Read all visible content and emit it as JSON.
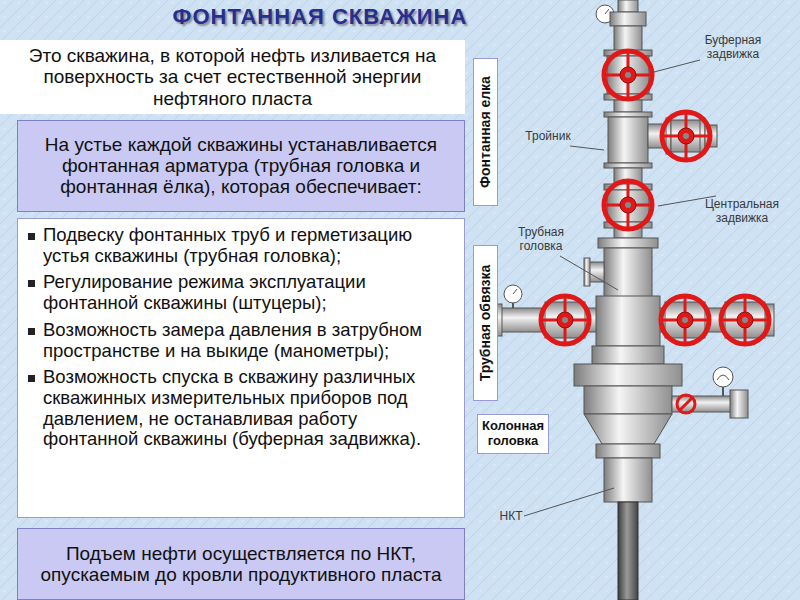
{
  "diagram": {
    "title": "ФОНТАННАЯ СКВАЖИНА",
    "nodes": [
      {
        "text": [
          "Это скважина, в которой нефть изливается на поверхность за счет естественной энергии нефтяного пласта"
        ]
      },
      {
        "text": [
          "На устье каждой скважины устанавливается фонтанная арматура (трубная головка и фонтанная ёлка), которая обеспечивает:"
        ]
      },
      {
        "text": [
          "Подвеску фонтанных труб и герметизацию устья скважины (трубная головка);",
          "Регулирование режима эксплуатации фонтанной скважины (штуцеры);",
          "Возможность замера давления в затрубном пространстве и на выкиде (манометры);",
          "Возможность спуска в скважину различных скважинных измерительных приборов под давлением, не останавливая работу фонтанной скважины (буферная задвижка)."
        ]
      },
      {
        "text": [
          "Подъем нефти осуществляется по НКТ, опускаемым до кровли продуктивного пласта"
        ]
      },
      {
        "text": [
          "Фонтанная елка"
        ]
      },
      {
        "text": [
          "Трубная обвязка"
        ]
      },
      {
        "text": [
          "Колонная головка"
        ]
      }
    ],
    "labels": [
      "Буферная задвижка",
      "Тройник",
      "Центральная задвижка",
      "Трубная головка",
      "НКТ"
    ]
  }
}
